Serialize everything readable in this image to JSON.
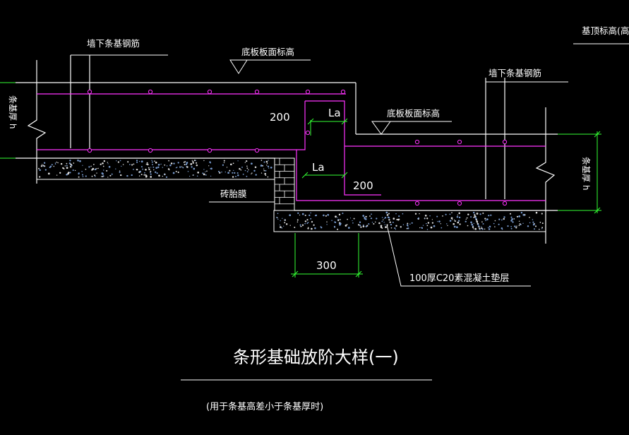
{
  "drawing": {
    "background": "#000000",
    "colors": {
      "lines": "#ffffff",
      "rebar": "#ff33ff",
      "dimension": "#33ff33",
      "concrete_dots": "#7799cc"
    },
    "labels": {
      "wall_rebar_left": "墙下条基钢筋",
      "slab_elevation_top": "底板板面标高",
      "base_elevation": "基顶标高(高为",
      "wall_rebar_right": "墙下条基钢筋",
      "slab_elevation_mid": "底板板面标高",
      "brick_mold": "砖胎膜",
      "cushion": "100厚C20素混凝土垫层",
      "thickness_left": "条基厚 h",
      "thickness_right": "条基厚 h"
    },
    "dimensions": {
      "d200_top": "200",
      "la_top": "La",
      "la_bottom": "La",
      "d200_bottom": "200",
      "d300": "300"
    },
    "title": "条形基础放阶大样(一)",
    "subtitle": "(用于条基高差小于条基厚时)"
  }
}
